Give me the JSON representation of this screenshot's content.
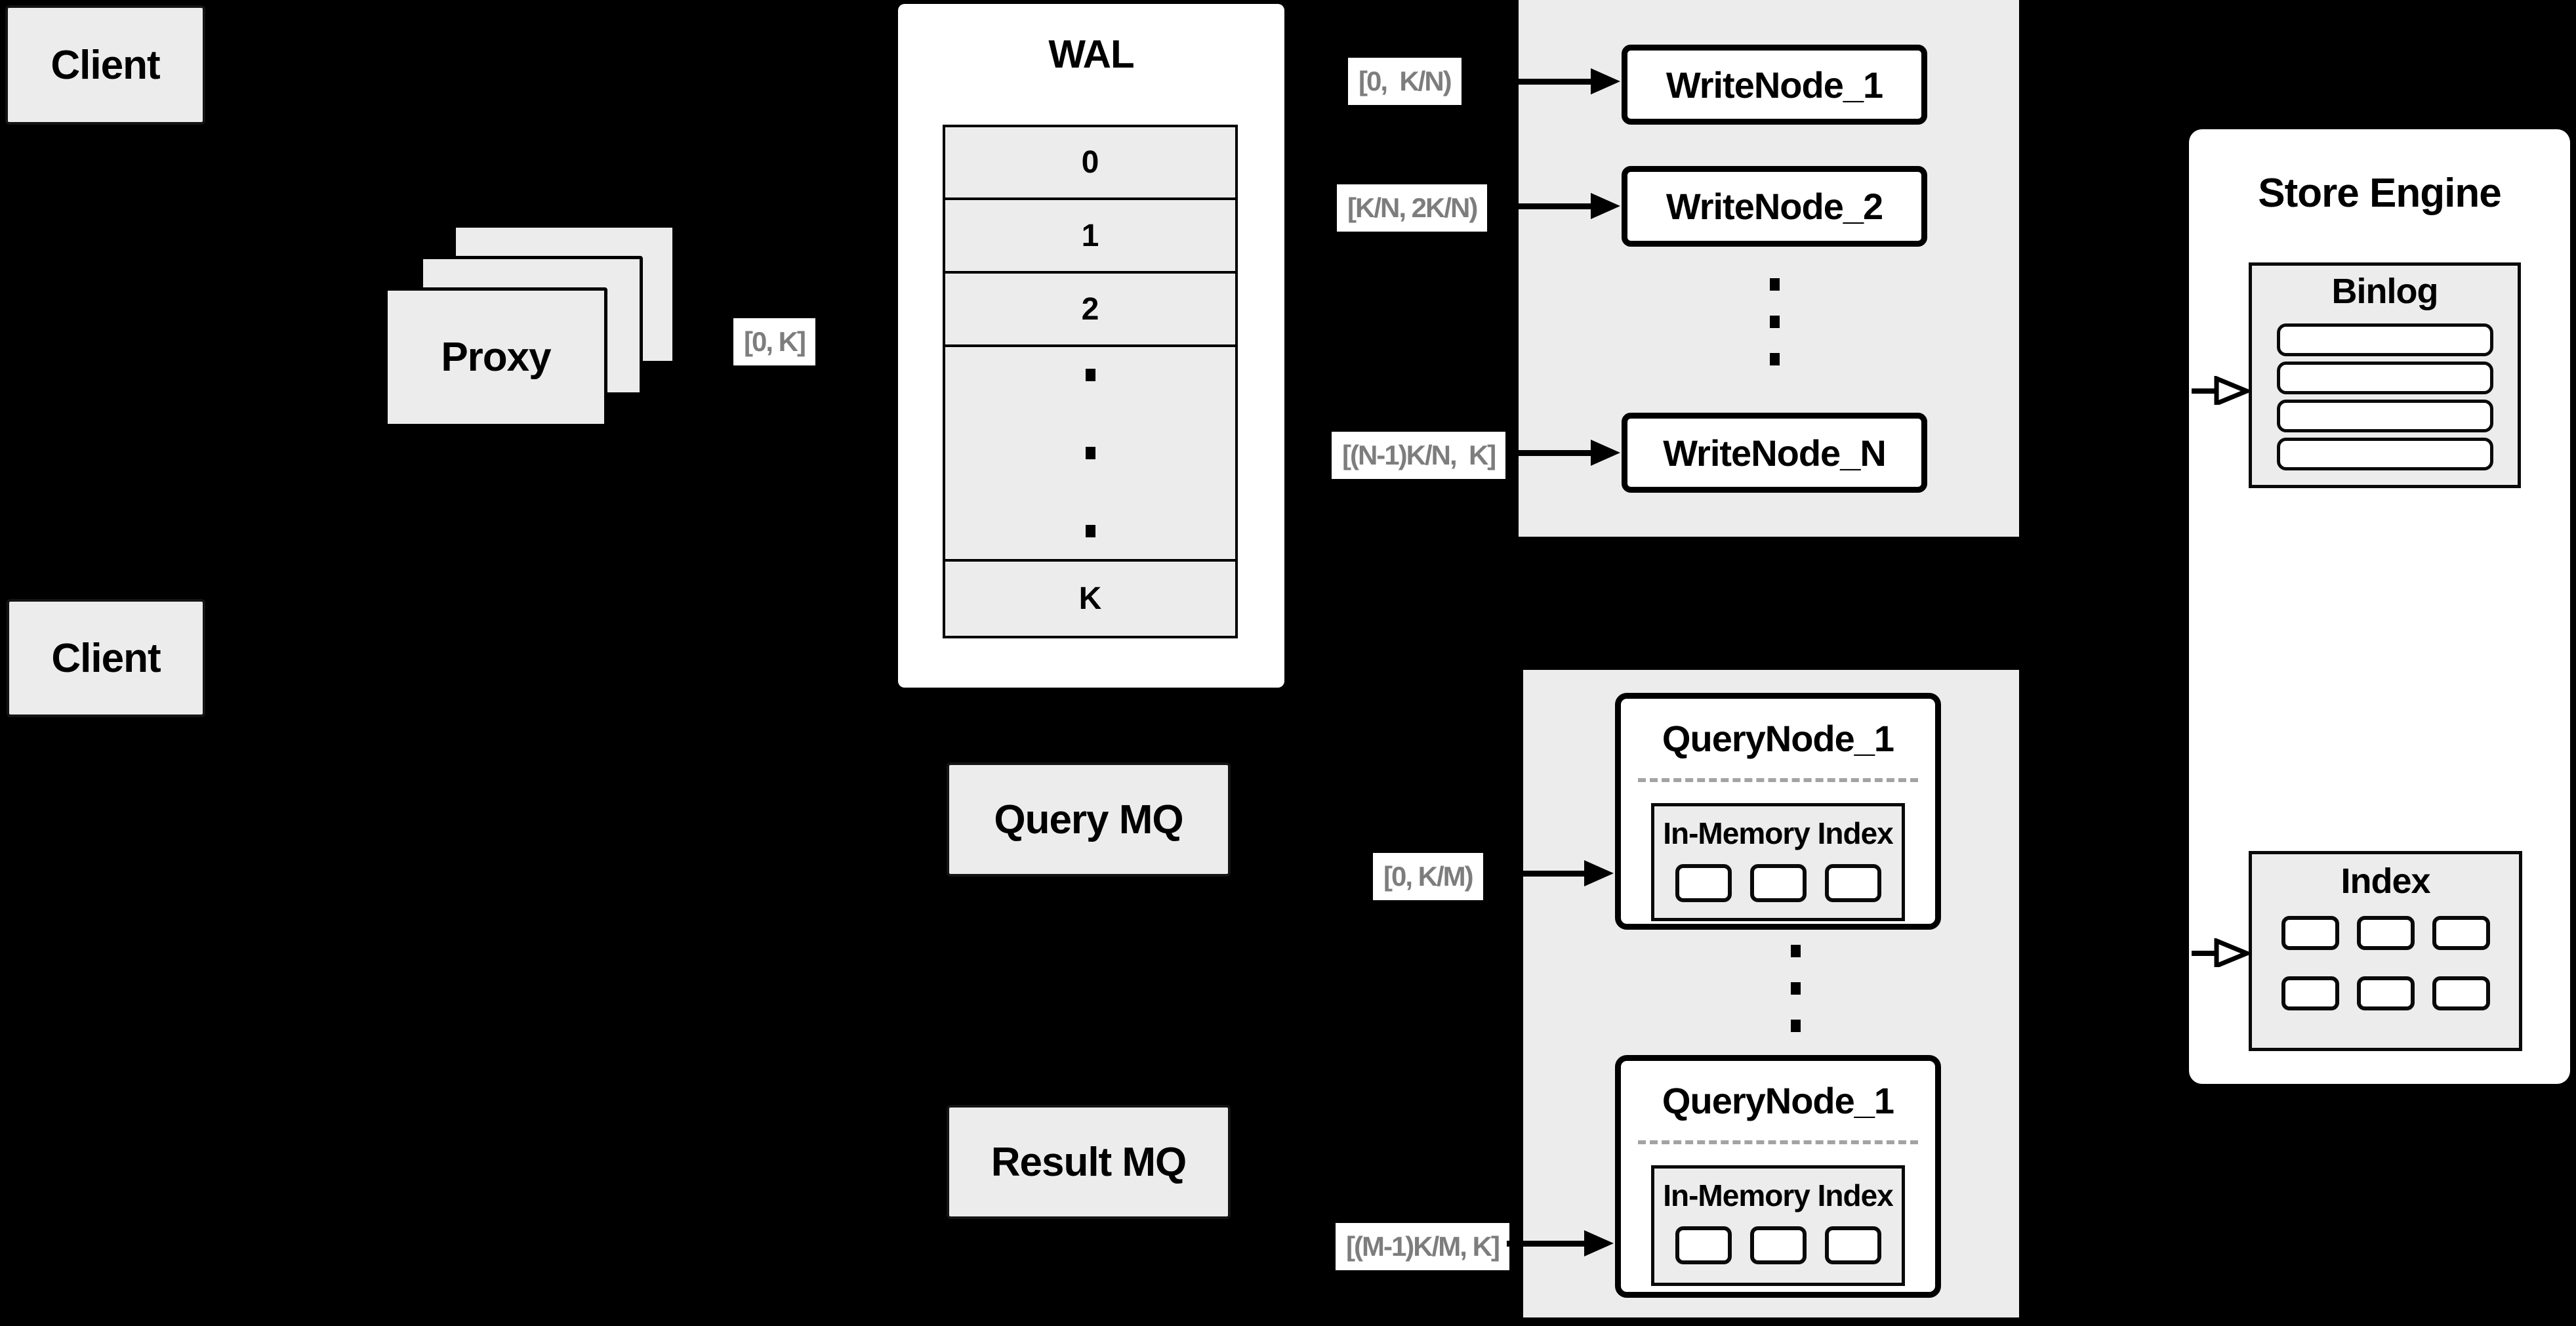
{
  "colors": {
    "background": "#000000",
    "box_fill": "#ececec",
    "node_fill": "#ffffff",
    "border": "#000000",
    "range_text": "#7d7d7d"
  },
  "clients": {
    "top": "Client",
    "bottom": "Client"
  },
  "proxy": {
    "label": "Proxy",
    "range": "[0, K]"
  },
  "wal": {
    "title": "WAL",
    "rows": [
      "0",
      "1",
      "2"
    ],
    "last_row": "K"
  },
  "write": {
    "nodes": [
      {
        "name": "WriteNode_1",
        "range": "[0,  K/N)"
      },
      {
        "name": "WriteNode_2",
        "range": "[K/N, 2K/N)"
      },
      {
        "name": "WriteNode_N",
        "range": "[(N-1)K/N,  K]"
      }
    ]
  },
  "mq": {
    "query": "Query MQ",
    "result": "Result MQ"
  },
  "query": {
    "nodes": [
      {
        "name": "QueryNode_1",
        "inner": "In-Memory Index",
        "range": "[0, K/M)"
      },
      {
        "name": "QueryNode_1",
        "inner": "In-Memory Index",
        "range": "[(M-1)K/M, K]"
      }
    ]
  },
  "store": {
    "title": "Store Engine",
    "binlog": "Binlog",
    "index": "Index"
  }
}
